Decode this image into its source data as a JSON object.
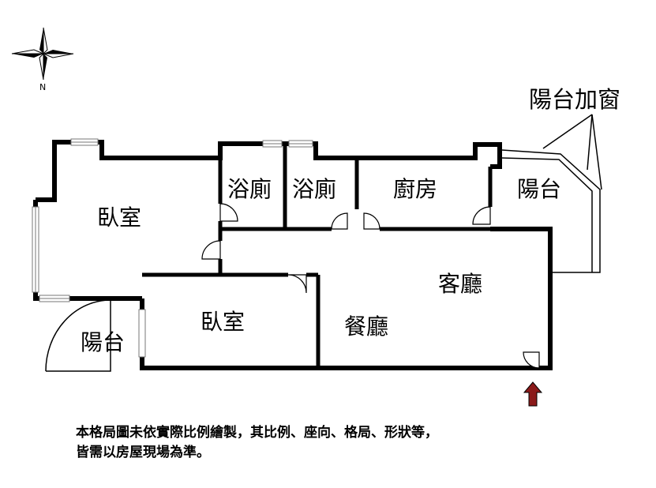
{
  "rooms": {
    "bedroom_top": "臥室",
    "bath_1": "浴廁",
    "bath_2": "浴廁",
    "kitchen": "廚房",
    "balcony_right": "陽台",
    "living_room": "客廳",
    "dining_room": "餐廳",
    "bedroom_bottom": "臥室",
    "balcony_left": "陽台"
  },
  "callout": "陽台加窗",
  "compass": {
    "north_label": "N"
  },
  "disclaimer": {
    "line1": "本格局圖未依實際比例繪製，其比例、座向、格局、形狀等，",
    "line2": "皆需以房屋現場為準。"
  },
  "colors": {
    "wall": "#000000",
    "entrance_arrow": "#8b1a1a",
    "window": "#777777"
  }
}
